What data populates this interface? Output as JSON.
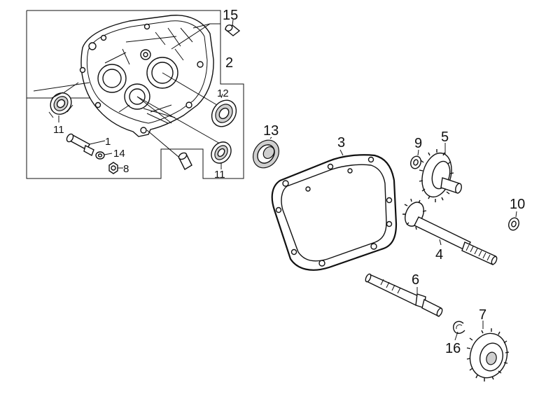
{
  "labels": {
    "p1": "1",
    "p2": "2",
    "p3": "3",
    "p4": "4",
    "p5": "5",
    "p6": "6",
    "p7": "7",
    "p8": "8",
    "p9": "9",
    "p10": "10",
    "p11a": "11",
    "p11b": "11",
    "p12": "12",
    "p13": "13",
    "p14": "14",
    "p15": "15",
    "p16": "16"
  }
}
